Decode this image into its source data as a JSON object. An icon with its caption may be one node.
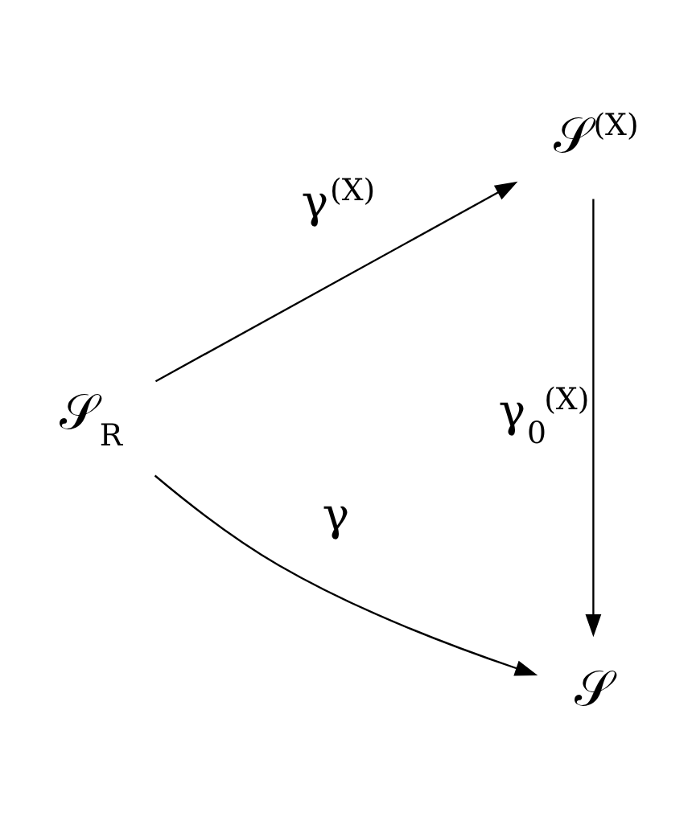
{
  "diagram": {
    "nodes": [
      {
        "text": [
          "𝒮$_{R}$"
        ]
      },
      {
        "text": [
          "𝒮$^{(X)}$"
        ]
      },
      {
        "text": [
          "𝒮"
        ]
      }
    ],
    "edges": [
      {
        "from": 0,
        "to": 1,
        "arrow": "to",
        "label": "γ$^{(X)}$"
      },
      {
        "from": 1,
        "to": 2,
        "arrow": "to",
        "label": "γ$_{0}$$^{(X)}$"
      },
      {
        "from": 0,
        "to": 2,
        "arrow": "to",
        "label": "γ"
      }
    ]
  }
}
